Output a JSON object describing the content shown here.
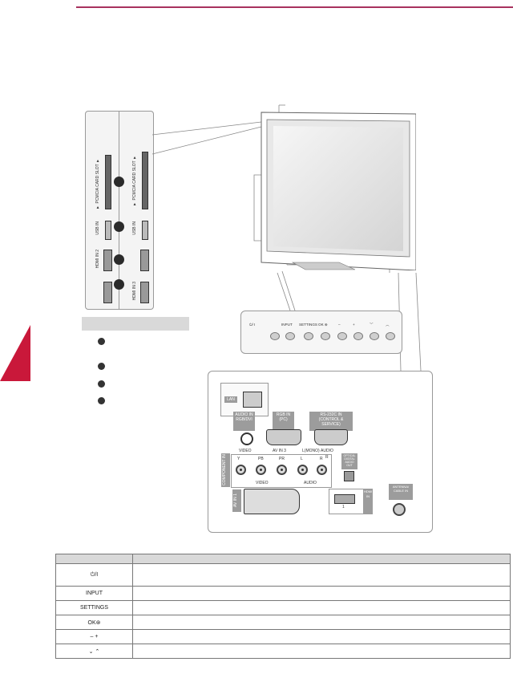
{
  "side_panel": {
    "slot_labels": [
      "▼ PCMCIA CARD SLOT ▼",
      "▼ PCMCIA CARD SLOT ▼"
    ],
    "usb_labels": [
      "USB IN",
      "USB IN"
    ],
    "hdmi_labels": [
      "HDMI IN 2",
      "HDMI IN 3"
    ]
  },
  "control_bar": {
    "labels": [
      "⏻/ I",
      "INPUT",
      "SETTINGS",
      "OK ⊛",
      "–",
      "+",
      "﹀",
      "︿"
    ]
  },
  "rear_panel": {
    "lan": "LAN",
    "audio_in": "AUDIO IN\nRGB/DVI",
    "rgb_in": "RGB IN\n(PC)",
    "rs232": "RS-232C IN\n(CONTROL & SERVICE)",
    "row2_labels": [
      "VIDEO",
      "AV IN 3",
      "L(MONO)",
      "AUDIO",
      "R"
    ],
    "component": "COMPONENT IN",
    "component_cols": [
      "Y",
      "PB",
      "PR",
      "L",
      "R"
    ],
    "video_label": "VIDEO",
    "audio_label": "AUDIO",
    "optical": "OPTICAL DIGITAL AUDIO OUT",
    "av_in": "AV IN 1",
    "hdmi_in": "HDMI IN",
    "hdmi_num": "1",
    "antenna": "ANTENNA/ CABLE IN"
  },
  "table": {
    "rows": [
      {
        "key": "⏻/I"
      },
      {
        "key": "INPUT"
      },
      {
        "key": "SETTINGS"
      },
      {
        "key": "OK⊛"
      },
      {
        "key": "–   +"
      },
      {
        "key": "⌄   ⌃"
      }
    ]
  },
  "colors": {
    "accent": "#a8325e",
    "sidetab": "#c9183a"
  }
}
